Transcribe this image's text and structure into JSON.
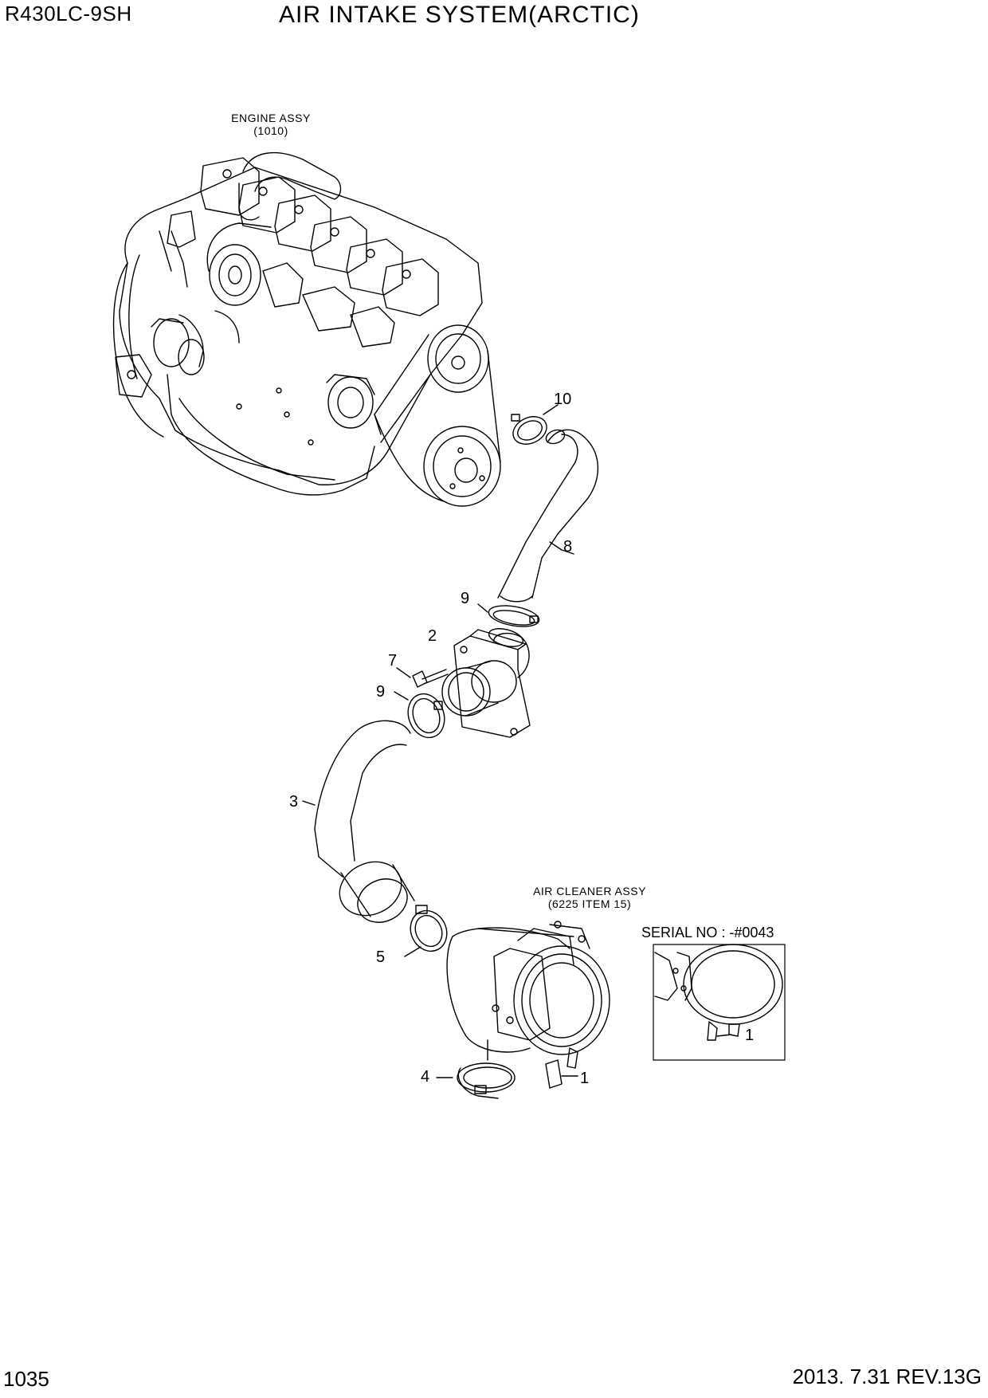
{
  "header": {
    "model": "R430LC-9SH",
    "title": "AIR INTAKE SYSTEM(ARCTIC)"
  },
  "footer": {
    "page_number": "1035",
    "revision": "2013. 7.31  REV.13G"
  },
  "assemblies": {
    "engine": {
      "name": "ENGINE ASSY",
      "ref": "(1010)"
    },
    "air_cleaner": {
      "name": "AIR CLEANER ASSY",
      "ref": "(6225 ITEM 15)"
    }
  },
  "serial_box": {
    "label": "SERIAL NO : -#0043",
    "callout": "1"
  },
  "callouts": {
    "c10": "10",
    "c8": "8",
    "c9a": "9",
    "c2": "2",
    "c7": "7",
    "c9b": "9",
    "c3": "3",
    "c5": "5",
    "c4": "4",
    "c1": "1"
  }
}
